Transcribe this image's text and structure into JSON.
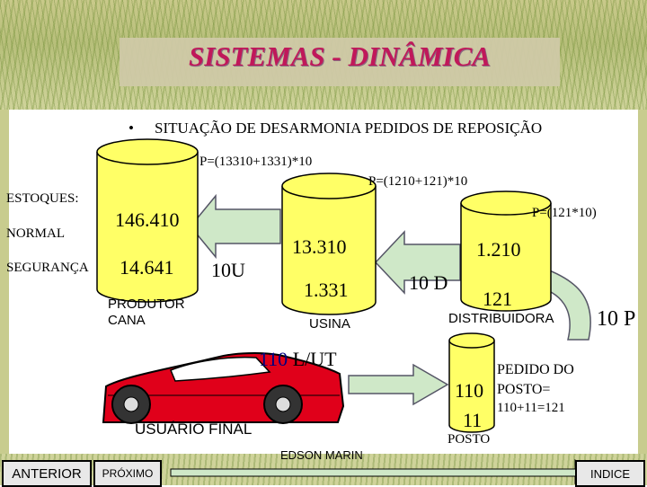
{
  "title": "SISTEMAS - DINÂMICA",
  "bullet": "•",
  "subtitle": "SITUAÇÃO DE DESARMONIA   PEDIDOS DE REPOSIÇÃO",
  "labels": {
    "p_usina": "P=(13310+1331)*10",
    "p_distrib": "P=(1210+121)*10",
    "p_posto": "P=(121*10)",
    "estoques": "ESTOQUES:",
    "normal": "NORMAL",
    "seguranca": "SEGURANÇA",
    "produtor_top": "146.410",
    "produtor_bottom": "14.641",
    "produtor_name_1": "PRODUTOR",
    "produtor_name_2": "CANA",
    "usina_top": "13.310",
    "usina_bottom": "1.331",
    "usina_name": "USINA",
    "distrib_top": "1.210",
    "distrib_bottom": "121",
    "distrib_name": "DISTRIBUIDORA",
    "posto_top": "110",
    "posto_bottom": "11",
    "posto_name": "POSTO",
    "arrow_10u": "10U",
    "arrow_10d": "10 D",
    "arrow_10p": "10 P",
    "car_value": "110",
    "car_unit": " L/UT",
    "usuario": "USUÁRIO FINAL",
    "pedido_1": "PEDIDO DO",
    "pedido_2": "POSTO=",
    "pedido_3": "110+11=121",
    "author": "EDSON MARIN"
  },
  "nav": {
    "anterior": "ANTERIOR",
    "proximo": "PRÓXIMO",
    "indice": "INDICE"
  },
  "colors": {
    "cylinder": "#ffff66",
    "arrow": "#cfe8c8",
    "title": "#c0185a",
    "car": "#e0001a",
    "blue_text": "#000080"
  }
}
